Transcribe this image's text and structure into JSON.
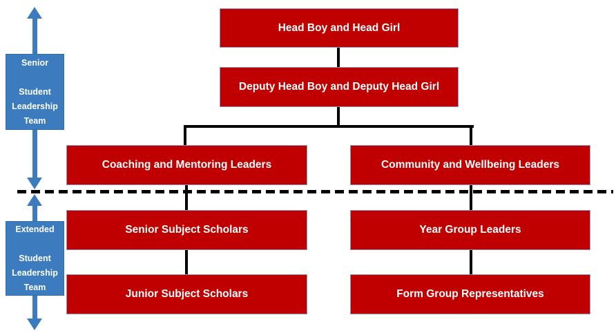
{
  "org_chart": {
    "nodes": {
      "head": "Head Boy and Head Girl",
      "deputy": "Deputy Head Boy and Deputy Head Girl",
      "coaching": "Coaching and Mentoring Leaders",
      "community": "Community and Wellbeing Leaders",
      "senior_subject_scholars": "Senior Subject Scholars",
      "year_group_leaders": "Year Group Leaders",
      "junior_subject_scholars": "Junior Subject Scholars",
      "form_group_representatives": "Form Group Representatives"
    },
    "side_labels": {
      "senior_team": "Senior\n\nStudent\nLeadership\nTeam",
      "extended_team": "Extended\n\nStudent\nLeadership\nTeam"
    },
    "colors": {
      "node_fill_red": "#C00000",
      "node_border": "#8A99BE",
      "accent_blue": "#3B7BBE",
      "connector_black": "#000000",
      "text_white": "#FFFFFF"
    }
  }
}
